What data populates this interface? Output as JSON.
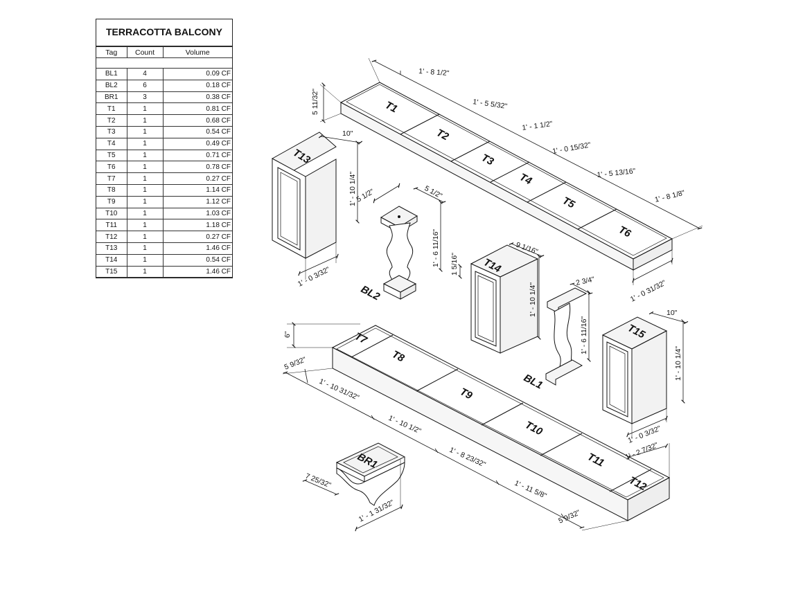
{
  "schedule": {
    "title": "TERRACOTTA BALCONY",
    "headers": [
      "Tag",
      "Count",
      "Volume"
    ],
    "rows": [
      [
        "BL1",
        "4",
        "0.09 CF"
      ],
      [
        "BL2",
        "6",
        "0.18 CF"
      ],
      [
        "BR1",
        "3",
        "0.38 CF"
      ],
      [
        "T1",
        "1",
        "0.81 CF"
      ],
      [
        "T2",
        "1",
        "0.68 CF"
      ],
      [
        "T3",
        "1",
        "0.54 CF"
      ],
      [
        "T4",
        "1",
        "0.49 CF"
      ],
      [
        "T5",
        "1",
        "0.71 CF"
      ],
      [
        "T6",
        "1",
        "0.78 CF"
      ],
      [
        "T7",
        "1",
        "0.27 CF"
      ],
      [
        "T8",
        "1",
        "1.14 CF"
      ],
      [
        "T9",
        "1",
        "1.12 CF"
      ],
      [
        "T10",
        "1",
        "1.03 CF"
      ],
      [
        "T11",
        "1",
        "1.18 CF"
      ],
      [
        "T12",
        "1",
        "0.27 CF"
      ],
      [
        "T13",
        "1",
        "1.46 CF"
      ],
      [
        "T14",
        "1",
        "0.54 CF"
      ],
      [
        "T15",
        "1",
        "1.46 CF"
      ]
    ]
  },
  "tags": {
    "T1": "T1",
    "T2": "T2",
    "T3": "T3",
    "T4": "T4",
    "T5": "T5",
    "T6": "T6",
    "T7": "T7",
    "T8": "T8",
    "T9": "T9",
    "T10": "T10",
    "T11": "T11",
    "T12": "T12",
    "T13": "T13",
    "T14": "T14",
    "T15": "T15",
    "BL1": "BL1",
    "BL2": "BL2",
    "BR1": "BR1"
  },
  "dims": {
    "top_t1": "1' - 8 1/2\"",
    "top_t2": "1' - 5 5/32\"",
    "top_t3": "1' - 1 1/2\"",
    "top_t4": "1' - 0 15/32\"",
    "top_t5": "1' - 5 13/16\"",
    "top_t6": "1' - 8 1/8\"",
    "top_height": "5 11/32\"",
    "top_depth": "1' - 0 31/32\"",
    "t13_width": "10\"",
    "t13_height": "1' - 10 1/4\"",
    "t13_depth": "1' - 0 3/32\"",
    "bl2_top_a": "5 1/2\"",
    "bl2_top_b": "5 1/2\"",
    "bl2_height": "1' - 6 11/16\"",
    "bl2_base": "1 5/16\"",
    "t14_width": "9 1/16\"",
    "t14_height": "1' - 10 1/4\"",
    "bl1_width": "2 3/4\"",
    "bl1_height": "1' - 6 11/16\"",
    "t15_width": "10\"",
    "t15_height": "1' - 10 1/4\"",
    "t15_depth": "1' - 0 3/32\"",
    "bot_height": "6\"",
    "bot_t7": "5 9/32\"",
    "bot_t8": "1' - 10 31/32\"",
    "bot_t9": "1' - 10 1/2\"",
    "bot_t10": "1' - 8 23/32\"",
    "bot_t11": "1' - 11 5/8\"",
    "bot_t12": "5 9/32\"",
    "bot_depth": "1' - 2 7/32\"",
    "br1_depth": "7 25/32\"",
    "br1_height": "1' - 1 31/32\""
  }
}
